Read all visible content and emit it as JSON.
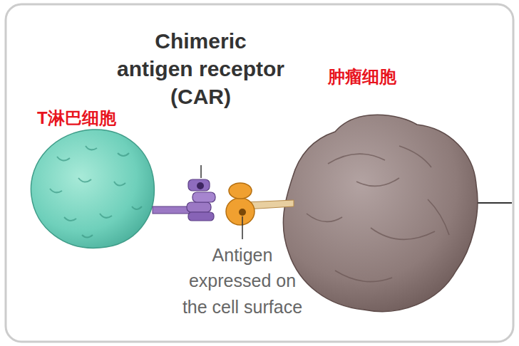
{
  "diagram": {
    "labels": [
      "Chimeric antigen receptor (CAR)",
      "肿瘤细胞",
      "T淋巴细胞",
      "Antigen expressed on the cell surface"
    ]
  }
}
